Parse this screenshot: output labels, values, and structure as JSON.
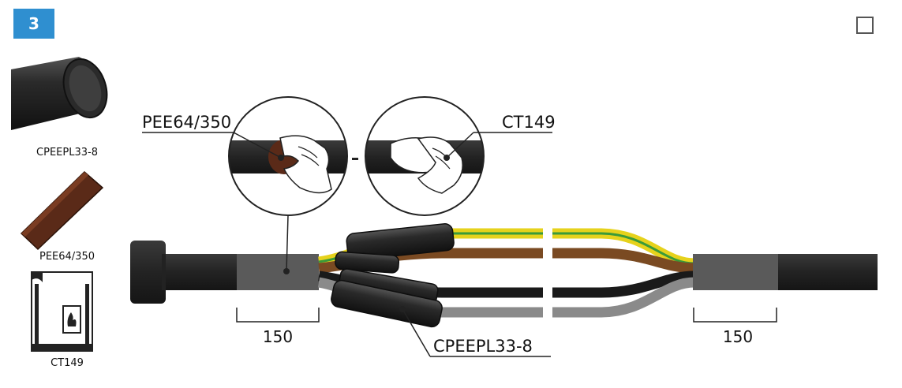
{
  "step": {
    "number": "3",
    "color": "#2f8fd0"
  },
  "parts": [
    {
      "label": "CPEEPL33-8",
      "icon": "black-shrink-tube-icon"
    },
    {
      "label": "PEE64/350",
      "icon": "brown-tape-icon"
    },
    {
      "label": "CT149",
      "icon": "cleaning-wipe-packet-icon"
    }
  ],
  "callouts": {
    "tape": "PEE64/350",
    "wipe": "CT149",
    "tube": "CPEEPL33-8"
  },
  "dimensions": {
    "left": "150",
    "right": "150"
  },
  "colors": {
    "sheath": "#2b2b2b",
    "sheath_band": "#555555",
    "brown": "#7a4a22",
    "yellow": "#e6d21c",
    "green": "#3a9a3a",
    "black": "#1a1a1a",
    "grey": "#8a8a8a",
    "tape": "#5a2a18"
  },
  "checkbox": {
    "checked": false
  }
}
